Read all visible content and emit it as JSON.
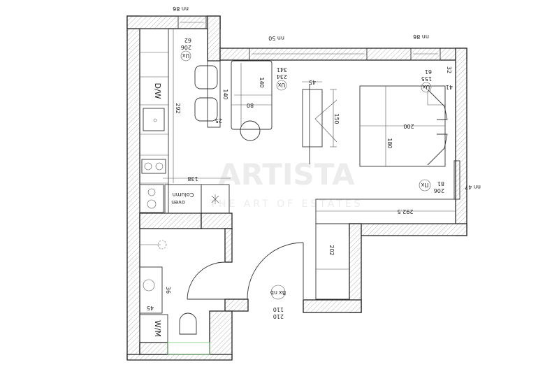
{
  "watermark": {
    "brand": "ARTISTA",
    "tagline": "THE ART OF ESTATES"
  },
  "labels": {
    "dishwasher": "D/W",
    "column_oven_line1": "Column",
    "column_oven_line2": "oven",
    "washing_machine": "W/M"
  },
  "dimensions": {
    "kitchen_length": "292",
    "counter_width": "138",
    "bar_length": "140",
    "bar_depth": "25",
    "sofa_width": "80",
    "sofa_length": "140",
    "tv_unit_depth": "45",
    "tv_unit_length": "150",
    "bed_length": "200",
    "bed_width": "180",
    "wardrobe_length": "292.5",
    "wardrobe_side": "202",
    "bath_sink_depth": "36",
    "bath_sink_width": "45",
    "right_offset_1": "32",
    "right_offset_2": "41"
  },
  "openings": [
    {
      "tag": "Ux",
      "w": "62",
      "h": "206",
      "sill": "nn 86"
    },
    {
      "tag": "Ux",
      "w": "341",
      "h": "234",
      "sill": "nn 50"
    },
    {
      "tag": "Ux",
      "w": "61",
      "h": "155",
      "sill": "nn 86"
    },
    {
      "tag": "Пх",
      "w": "81",
      "h": "206",
      "sill": "nn 47"
    },
    {
      "tag": "Bx",
      "sub": "nb",
      "w": "110",
      "h": "210"
    }
  ]
}
